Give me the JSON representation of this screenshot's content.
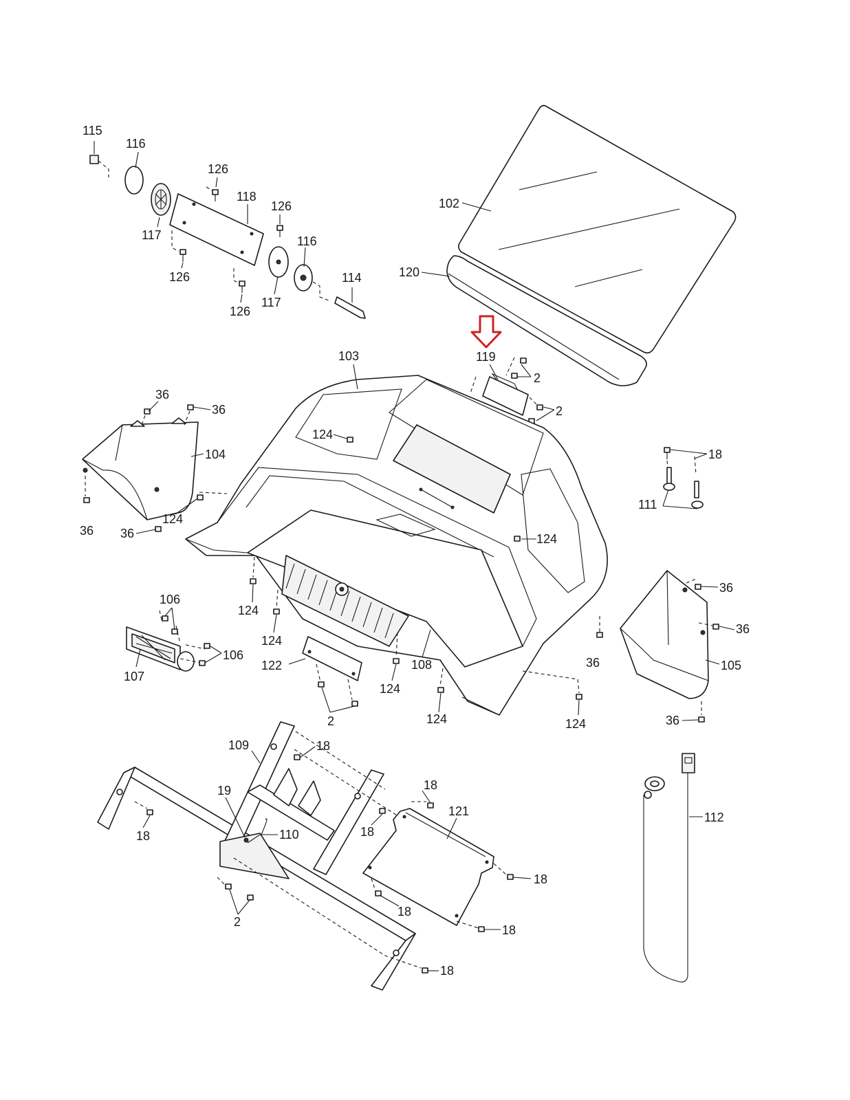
{
  "diagram": {
    "accent_color": "#cc2222",
    "callouts": [
      {
        "id": "c115",
        "text": "115"
      },
      {
        "id": "c116a",
        "text": "116"
      },
      {
        "id": "c126a",
        "text": "126"
      },
      {
        "id": "c118",
        "text": "118"
      },
      {
        "id": "c126b",
        "text": "126"
      },
      {
        "id": "c117a",
        "text": "117"
      },
      {
        "id": "c126c",
        "text": "126"
      },
      {
        "id": "c116b",
        "text": "116"
      },
      {
        "id": "c114",
        "text": "114"
      },
      {
        "id": "c117b",
        "text": "117"
      },
      {
        "id": "c126d",
        "text": "126"
      },
      {
        "id": "c102",
        "text": "102"
      },
      {
        "id": "c120",
        "text": "120"
      },
      {
        "id": "c103",
        "text": "103"
      },
      {
        "id": "c119",
        "text": "119"
      },
      {
        "id": "c2a",
        "text": "2"
      },
      {
        "id": "c2b",
        "text": "2"
      },
      {
        "id": "c36a",
        "text": "36"
      },
      {
        "id": "c36b",
        "text": "36"
      },
      {
        "id": "c104",
        "text": "104"
      },
      {
        "id": "c124a",
        "text": "124"
      },
      {
        "id": "c36c",
        "text": "36"
      },
      {
        "id": "c124b",
        "text": "124"
      },
      {
        "id": "c36d",
        "text": "36"
      },
      {
        "id": "c18a",
        "text": "18"
      },
      {
        "id": "c111",
        "text": "111"
      },
      {
        "id": "c124c",
        "text": "124"
      },
      {
        "id": "c36e",
        "text": "36"
      },
      {
        "id": "c36f",
        "text": "36"
      },
      {
        "id": "c36g",
        "text": "36"
      },
      {
        "id": "c105",
        "text": "105"
      },
      {
        "id": "c36h",
        "text": "36"
      },
      {
        "id": "c106a",
        "text": "106"
      },
      {
        "id": "c106b",
        "text": "106"
      },
      {
        "id": "c107",
        "text": "107"
      },
      {
        "id": "c124d",
        "text": "124"
      },
      {
        "id": "c124e",
        "text": "124"
      },
      {
        "id": "c122",
        "text": "122"
      },
      {
        "id": "c2c",
        "text": "2"
      },
      {
        "id": "c108",
        "text": "108"
      },
      {
        "id": "c124f",
        "text": "124"
      },
      {
        "id": "c124g",
        "text": "124"
      },
      {
        "id": "c124h",
        "text": "124"
      },
      {
        "id": "c109",
        "text": "109"
      },
      {
        "id": "c18b",
        "text": "18"
      },
      {
        "id": "c19",
        "text": "19"
      },
      {
        "id": "c110",
        "text": "110"
      },
      {
        "id": "c18c",
        "text": "18"
      },
      {
        "id": "c18d",
        "text": "18"
      },
      {
        "id": "c121",
        "text": "121"
      },
      {
        "id": "c18e",
        "text": "18"
      },
      {
        "id": "c18f",
        "text": "18"
      },
      {
        "id": "c18g",
        "text": "18"
      },
      {
        "id": "c2d",
        "text": "2"
      },
      {
        "id": "c18h",
        "text": "18"
      },
      {
        "id": "c112",
        "text": "112"
      }
    ]
  }
}
